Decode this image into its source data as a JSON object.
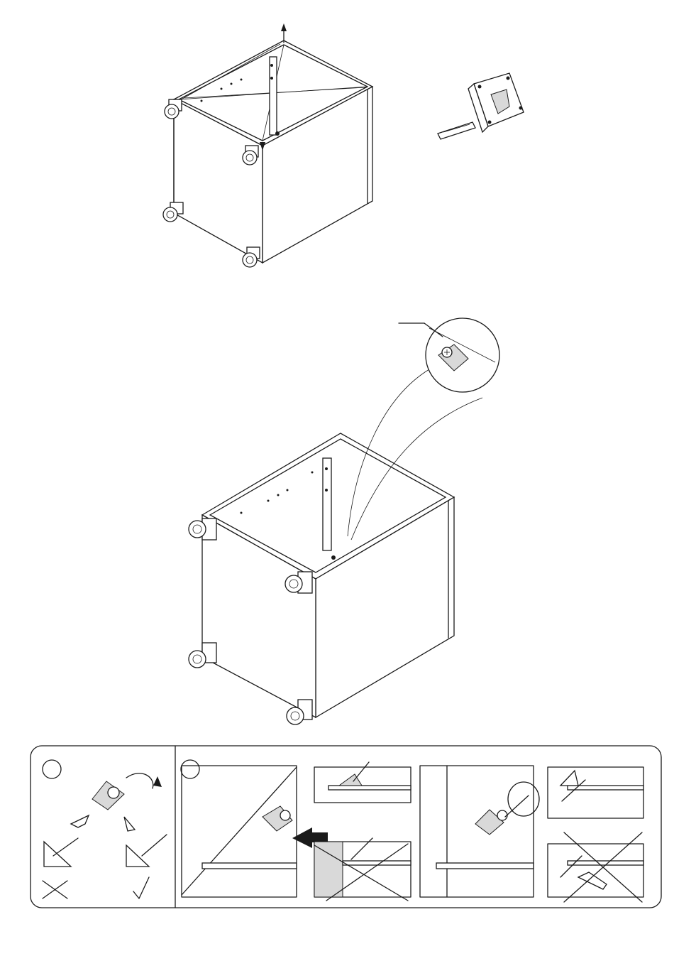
{
  "page": {
    "description_none": ""
  },
  "step_one": {
    "illustration": "cabinet-diagonal-measure",
    "tool": "tape-measure-icon"
  },
  "step_two": {
    "illustration": "cabinet-corner-bracket",
    "detail": "magnifier-callout"
  },
  "tips_panel": {
    "sections": [
      {
        "badge_icon": "circle-badge-icon",
        "symbols": [
          "wrong-cross-icon",
          "correct-check-icon"
        ]
      },
      {
        "badge_icon": "circle-badge-icon",
        "symbols": [
          "insert-arrow-icon",
          "rotate-arrow-icon",
          "wrong-cross-icon"
        ]
      }
    ]
  },
  "colors": {
    "line": "#1a1a1a",
    "paper": "#ffffff",
    "shade": "#d9d9d9"
  }
}
